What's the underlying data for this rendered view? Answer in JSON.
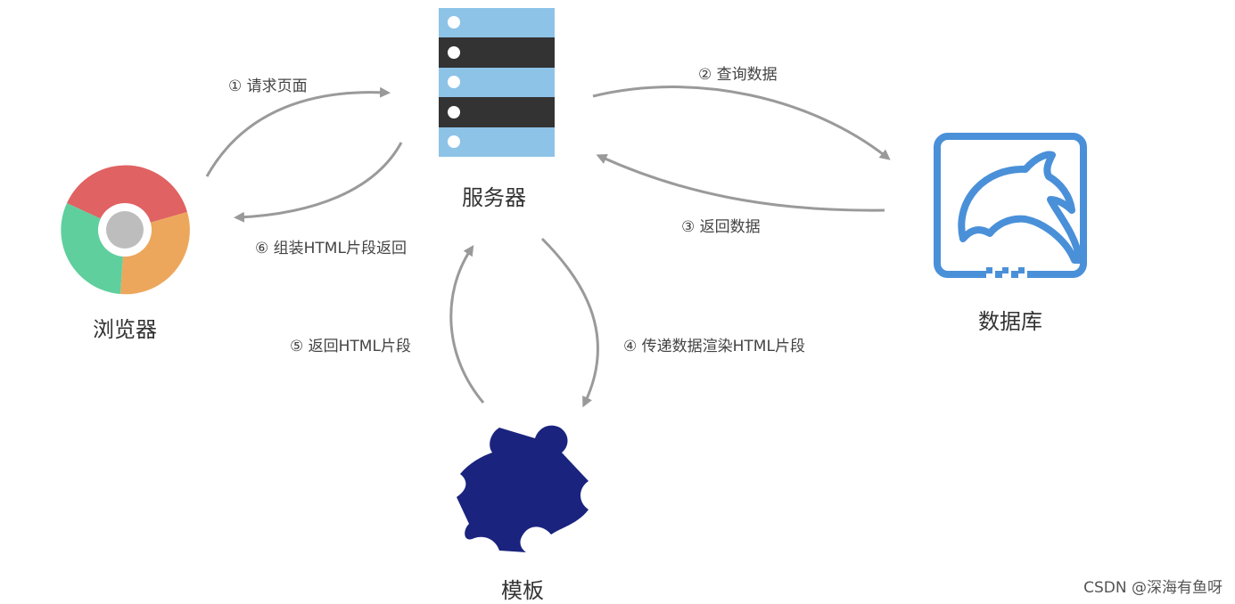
{
  "nodes": {
    "browser": {
      "label": "浏览器"
    },
    "server": {
      "label": "服务器"
    },
    "database": {
      "label": "数据库"
    },
    "template": {
      "label": "模板"
    }
  },
  "steps": [
    {
      "id": "s1",
      "label": "① 请求页面"
    },
    {
      "id": "s2",
      "label": "② 查询数据"
    },
    {
      "id": "s3",
      "label": "③ 返回数据"
    },
    {
      "id": "s4",
      "label": "④ 传递数据渲染HTML片段"
    },
    {
      "id": "s5",
      "label": "⑤ 返回HTML片段"
    },
    {
      "id": "s6",
      "label": "⑥ 组装HTML片段返回"
    }
  ],
  "watermark": "CSDN @深海有鱼呀",
  "colors": {
    "arrow": "#999999",
    "server_light": "#8ec3e8",
    "server_dark": "#333333",
    "chrome_red": "#e06262",
    "chrome_green": "#5fcf9d",
    "chrome_orange": "#eda75c",
    "chrome_center": "#bdbdbd",
    "database_blue": "#4a90d9",
    "puzzle_navy": "#1a237e"
  }
}
